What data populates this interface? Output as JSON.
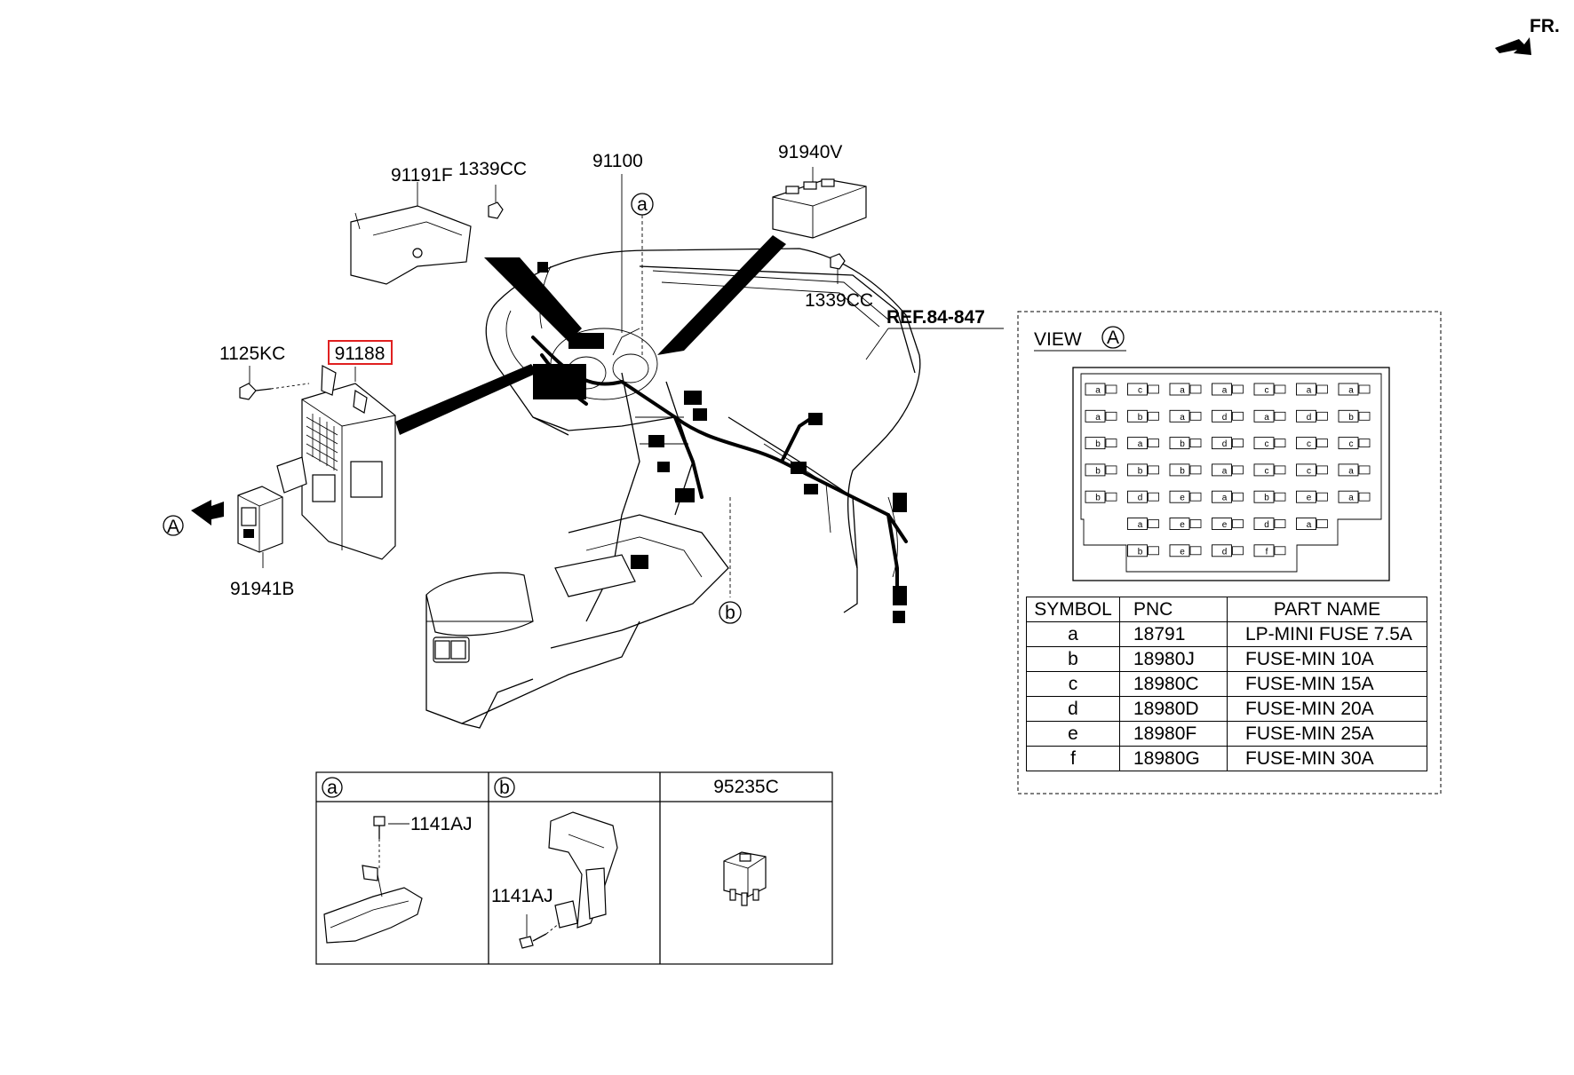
{
  "front_indicator": {
    "label": "FR."
  },
  "ref_label": "REF.84-847",
  "callouts": {
    "part_91191F": "91191F",
    "part_1339CC_top": "1339CC",
    "part_91100": "91100",
    "part_91940V": "91940V",
    "part_1339CC_right": "1339CC",
    "part_1125KC": "1125KC",
    "part_91188": "91188",
    "part_91941B": "91941B",
    "circle_a": "a",
    "circle_b": "b",
    "view_arrow_A": "A"
  },
  "detail_panels": {
    "panel_a": {
      "header": "a",
      "part": "1141AJ"
    },
    "panel_b": {
      "header": "b",
      "part": "1141AJ"
    },
    "panel_c": {
      "header": "95235C"
    }
  },
  "view_a": {
    "title": "VIEW",
    "circle": "A",
    "fuse_rows": [
      [
        "a",
        "c",
        "a",
        "a",
        "c",
        "a",
        "a"
      ],
      [
        "a",
        "b",
        "a",
        "d",
        "a",
        "d",
        "b"
      ],
      [
        "b",
        "a",
        "b",
        "d",
        "c",
        "c",
        "c"
      ],
      [
        "b",
        "b",
        "b",
        "a",
        "c",
        "c",
        "a"
      ],
      [
        "b",
        "d",
        "e",
        "a",
        "b",
        "e",
        "a"
      ],
      [
        "a",
        "e",
        "e",
        "d",
        "a"
      ],
      [
        "b",
        "e",
        "d",
        "f"
      ]
    ]
  },
  "fuse_table": {
    "headers": [
      "SYMBOL",
      "PNC",
      "PART NAME"
    ],
    "rows": [
      [
        "a",
        "18791",
        "LP-MINI FUSE 7.5A"
      ],
      [
        "b",
        "18980J",
        "FUSE-MIN 10A"
      ],
      [
        "c",
        "18980C",
        "FUSE-MIN 15A"
      ],
      [
        "d",
        "18980D",
        "FUSE-MIN 20A"
      ],
      [
        "e",
        "18980F",
        "FUSE-MIN 25A"
      ],
      [
        "f",
        "18980G",
        "FUSE-MIN 30A"
      ]
    ]
  },
  "highlight_color": "#e02020"
}
